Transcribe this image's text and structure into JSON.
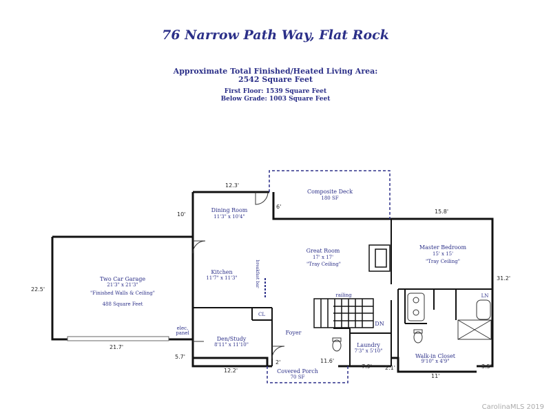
{
  "header": {
    "title": "76 Narrow Path Way, Flat Rock",
    "area_line1": "Approximate Total Finished/Heated Living Area:",
    "area_line2": "2542 Square Feet",
    "first_floor": "First Floor: 1539 Square Feet",
    "below_grade": "Below Grade: 1003 Square Feet"
  },
  "rooms": {
    "deck": {
      "name": "Composite Deck",
      "size": "180 SF"
    },
    "dining": {
      "name": "Dining Room",
      "size": "11'3\" x 10'4\""
    },
    "great": {
      "name": "Great Room",
      "size": "17' x 17'",
      "note": "\"Tray Ceiling\""
    },
    "master": {
      "name": "Master Bedroom",
      "size": "15' x 15'",
      "note": "\"Tray Ceiling\""
    },
    "kitchen": {
      "name": "Kitchen",
      "size": "11'7\" x 11'3\""
    },
    "breakfast_bar": "breakfast bar",
    "garage": {
      "name": "Two Car Garage",
      "size": "21'3\" x 21'3\"",
      "note": "\"Finished Walls & Ceiling\"",
      "area": "488 Square Feet"
    },
    "den": {
      "name": "Den/Study",
      "size": "8'11\" x 11'10\""
    },
    "foyer": {
      "name": "Foyer"
    },
    "laundry": {
      "name": "Laundry",
      "size": "7'3\" x 5'10\""
    },
    "closet": {
      "name": "Walk-in Closet",
      "size": "9'10\" x 4'9\""
    },
    "porch": {
      "name": "Covered Porch",
      "size": "70 SF"
    }
  },
  "labels": {
    "railing": "railing",
    "dn": "DN",
    "cl": "CL",
    "ln": "LN",
    "elec_line1": "elec.",
    "elec_line2": "panel"
  },
  "dimensions": {
    "d_12_3": "12.3'",
    "d_6": "6'",
    "d_15_8": "15.8'",
    "d_10": "10'",
    "d_22_5": "22.5'",
    "d_31_2": "31.2'",
    "d_21_7": "21.7'",
    "d_5_7": "5.7'",
    "d_12_2": "12.2'",
    "d_2": "2'",
    "d_11_6": "11.6'",
    "d_7_9": "7.9'",
    "d_2_1": "2.1'",
    "d_11": "11'",
    "d_3_5": "3.5'"
  },
  "watermark": "CarolinaMLS 2019",
  "colors": {
    "wall": "#111111",
    "text": "#2b2f88",
    "deck": "#2b2f88"
  }
}
